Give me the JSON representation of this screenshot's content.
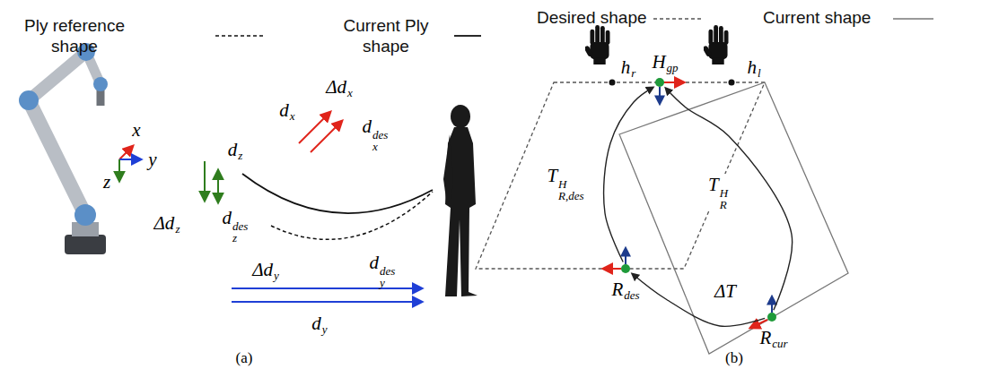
{
  "diagram": {
    "nodes": [
      {
        "text": [
          "Hgp"
        ]
      },
      {
        "text": [
          "Rdes"
        ]
      },
      {
        "text": [
          "Rcur"
        ]
      }
    ],
    "edges": [
      {
        "from": 1,
        "to": 0,
        "label": "TR,desH",
        "arrow": "to"
      },
      {
        "from": 2,
        "to": 0,
        "label": "TRH",
        "arrow": "to"
      },
      {
        "from": 2,
        "to": 1,
        "label": "ΔT",
        "arrow": "to"
      }
    ],
    "labels": [
      "x",
      "y",
      "z",
      "dz",
      "Δdz",
      "dzdes",
      "Δdx",
      "dx",
      "dxdes",
      "Δdy",
      "dydes",
      "dy",
      "(a)",
      "hr",
      "hl",
      "(b)"
    ],
    "legend": [
      {
        "text": "Ply reference shape"
      },
      {
        "text": "Current Ply shape"
      },
      {
        "text": "Desired shape"
      },
      {
        "text": "Current shape"
      }
    ]
  }
}
